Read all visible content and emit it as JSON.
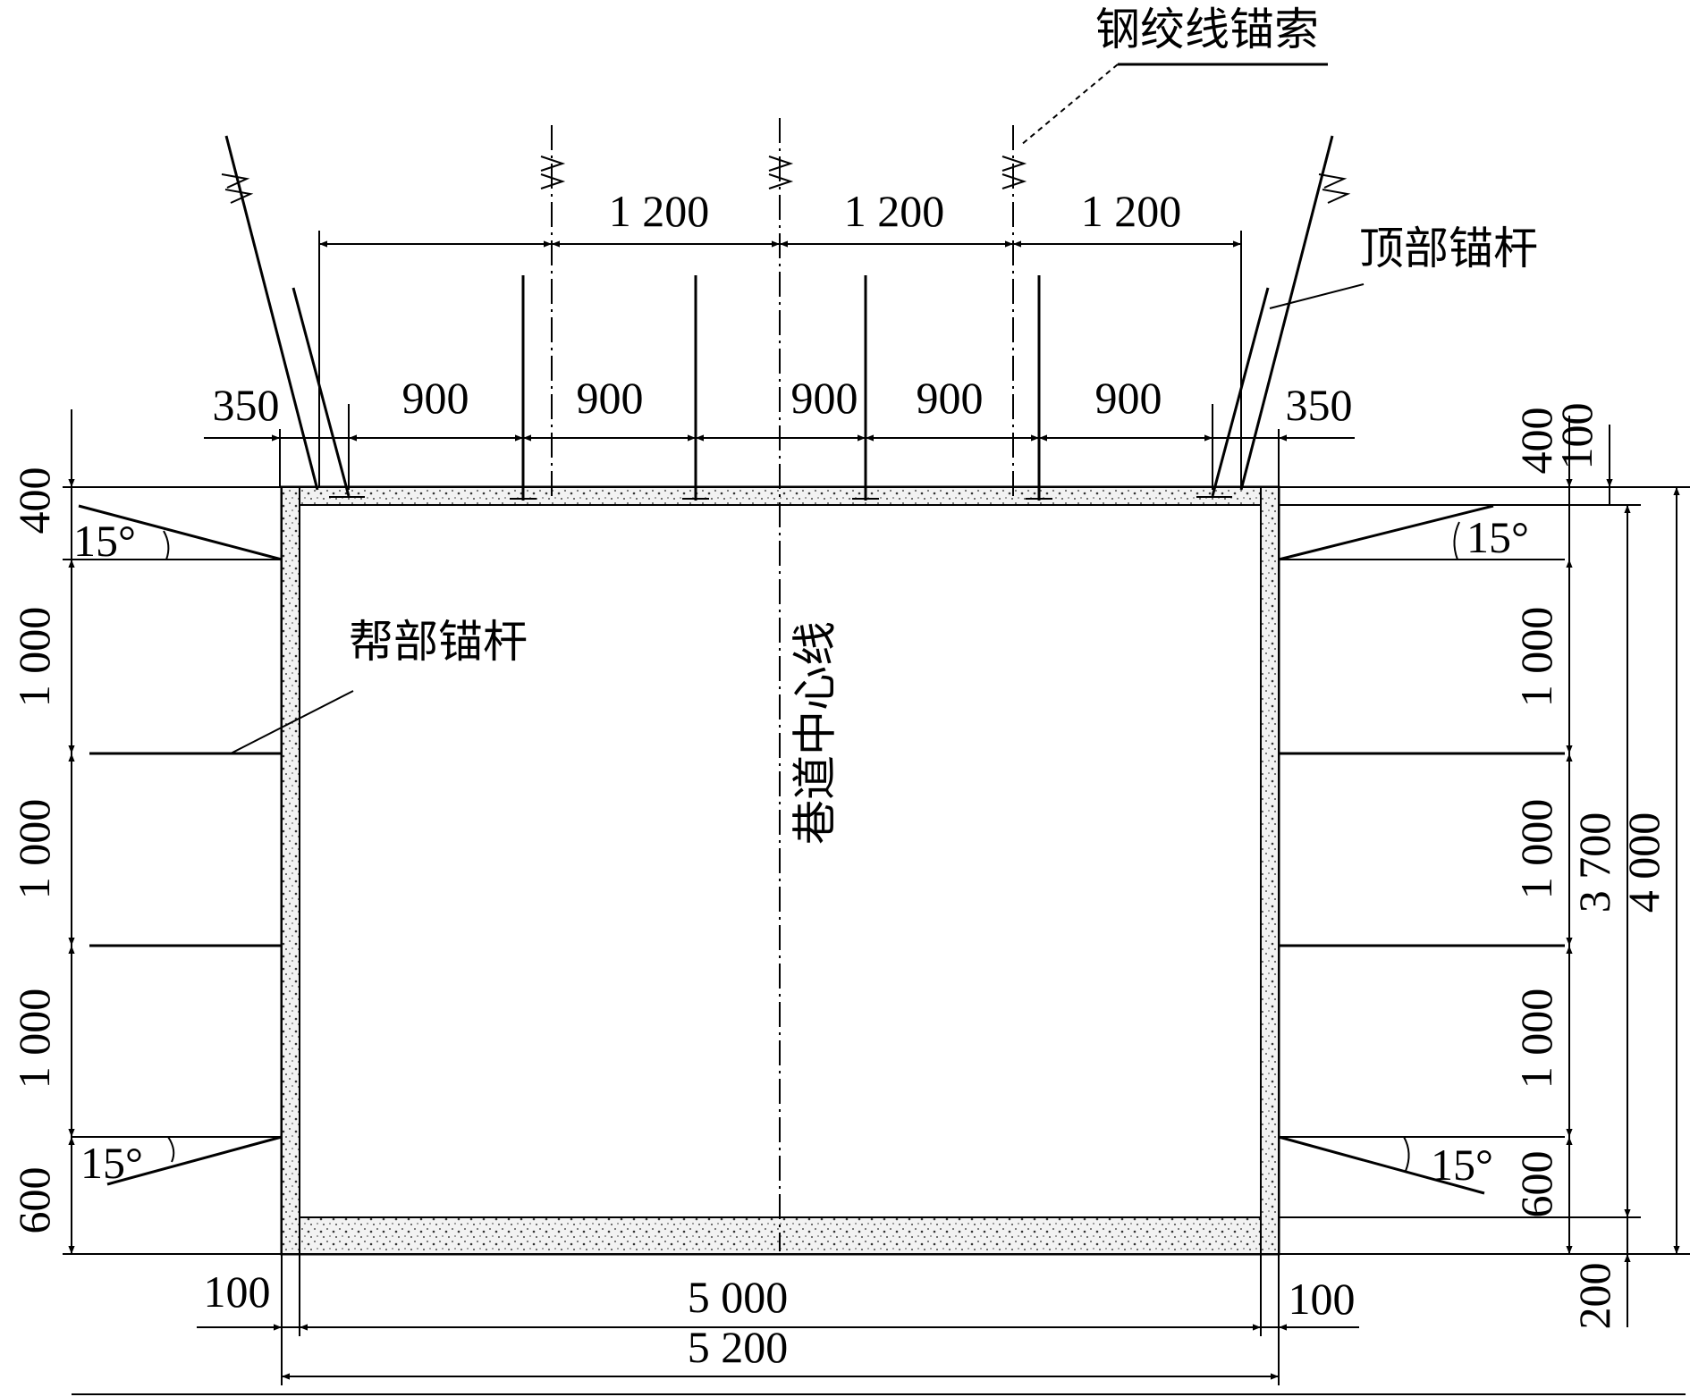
{
  "labels": {
    "cable": "钢绞线锚索",
    "roof_bolt": "顶部锚杆",
    "side_bolt": "帮部锚杆",
    "centerline": "巷道中心线"
  },
  "dimensions": {
    "cable_spacing": [
      "1 200",
      "1 200",
      "1 200"
    ],
    "roof_bolt_edge_left": "350",
    "roof_bolt_edge_right": "350",
    "roof_bolt_spacing": [
      "900",
      "900",
      "900",
      "900",
      "900"
    ],
    "left_side": [
      "400",
      "1 000",
      "1 000",
      "1 000",
      "600"
    ],
    "right_side": [
      "400",
      "1 000",
      "1 000",
      "1 000",
      "600"
    ],
    "right_top_offset": "100",
    "net_height": "3 700",
    "gross_height": "4 000",
    "floor_offset": "200",
    "wall_left": "100",
    "wall_right": "100",
    "net_width": "5 000",
    "gross_width": "5 200",
    "angles": [
      "15°",
      "15°",
      "15°",
      "15°"
    ]
  }
}
